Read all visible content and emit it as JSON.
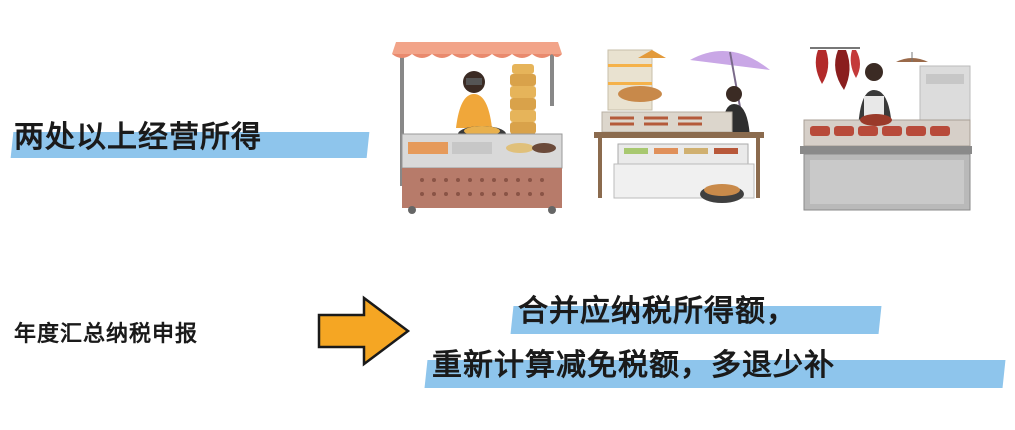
{
  "heading": "两处以上经营所得",
  "subheading": "年度汇总纳税申报",
  "result": {
    "line1": "合并应纳税所得额，",
    "line2": "重新计算减免税额，多退少补"
  },
  "colors": {
    "highlight": "#8ec5ec",
    "arrow_fill": "#f5a623",
    "text": "#1a1a1a"
  },
  "icons": [
    "right-arrow-icon",
    "food-stall-illustration",
    "skewer-stall-illustration",
    "meat-stall-illustration"
  ]
}
